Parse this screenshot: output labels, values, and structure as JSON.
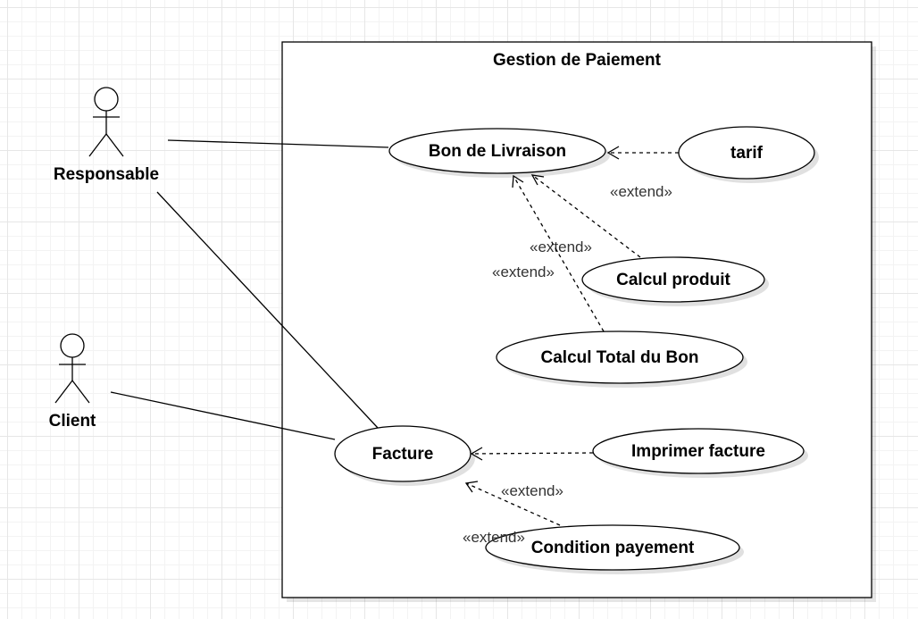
{
  "system": {
    "title": "Gestion de Paiement"
  },
  "actors": {
    "responsable": "Responsable",
    "client": "Client"
  },
  "use_cases": {
    "bon_livraison": "Bon de Livraison",
    "tarif": "tarif",
    "calcul_produit": "Calcul produit",
    "calcul_total": "Calcul Total du Bon",
    "facture": "Facture",
    "imprimer_facture": "Imprimer facture",
    "condition_payement": "Condition payement"
  },
  "relations": {
    "extend_tarif": "«extend»",
    "extend_calcul_produit": "«extend»",
    "extend_calcul_total": "«extend»",
    "extend_imprimer": "«extend»",
    "extend_condition": "«extend»"
  }
}
